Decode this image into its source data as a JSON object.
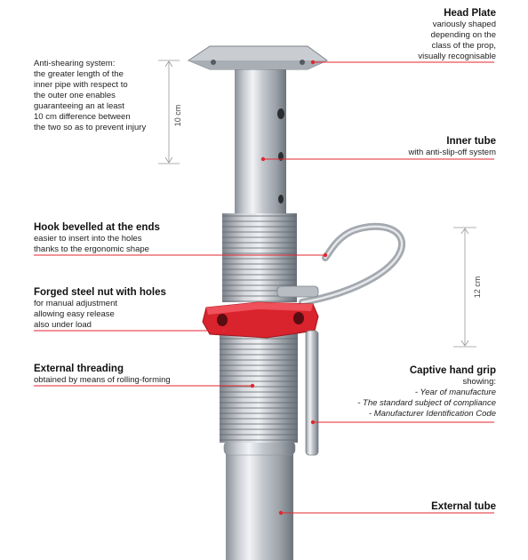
{
  "accent_color": "#d9232d",
  "anti_shearing": {
    "lines": [
      "Anti-shearing system:",
      "the greater length of the",
      "inner pipe with respect to",
      "the outer one enables",
      "guaranteeing an at least",
      "10 cm difference between",
      "the two so as to prevent injury"
    ]
  },
  "head_plate": {
    "title": "Head Plate",
    "lines": [
      "variously shaped",
      "depending on the",
      "class of the prop,",
      "visually recognisable"
    ]
  },
  "inner_tube": {
    "title": "Inner tube",
    "lines": [
      "with anti-slip-off system"
    ]
  },
  "hook": {
    "title": "Hook bevelled at the ends",
    "lines": [
      "easier to insert into the holes",
      "thanks to the ergonomic shape"
    ]
  },
  "nut": {
    "title": "Forged steel nut with holes",
    "lines": [
      "for manual adjustment",
      "allowing easy release",
      "also under load"
    ]
  },
  "threading": {
    "title": "External threading",
    "lines": [
      "obtained by means of rolling-forming"
    ]
  },
  "hand_grip": {
    "title": "Captive hand grip",
    "lines": [
      "showing:",
      "- Year of manufacture",
      "- The standard subject of compliance",
      "- Manufacturer Identification Code"
    ]
  },
  "external_tube": {
    "title": "External tube"
  },
  "dimensions": {
    "top": "10 cm",
    "right": "12 cm"
  }
}
